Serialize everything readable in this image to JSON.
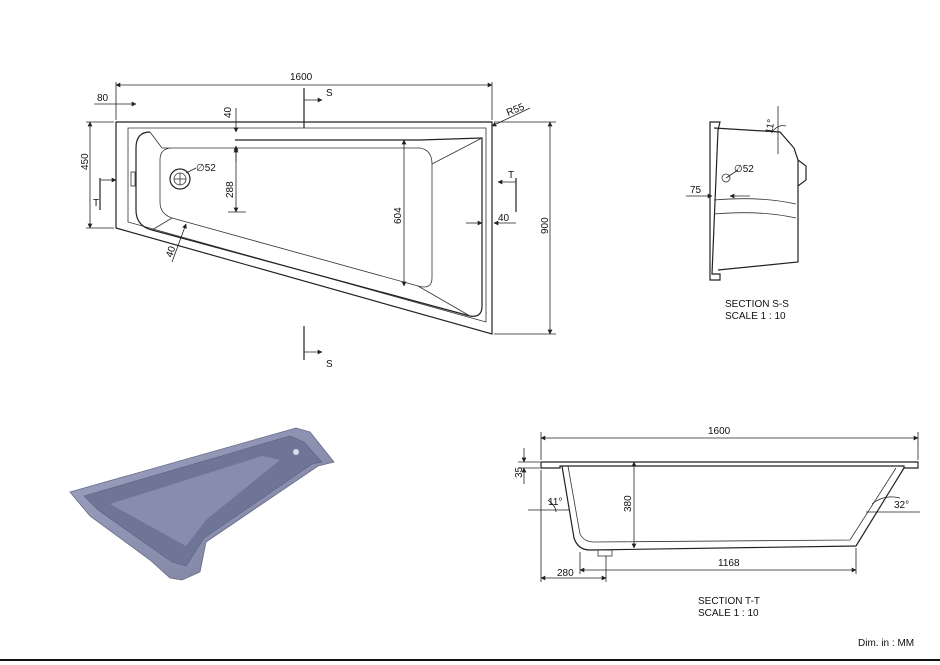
{
  "top_view": {
    "dims": {
      "length": "1600",
      "offset_left": "80",
      "width_left": "450",
      "width_right": "900",
      "wall_40_top": "40",
      "depth_288": "288",
      "depth_604": "604",
      "wall_40_right": "40",
      "wall_40_diag": "40",
      "radius": "R55",
      "drain": "∅52"
    },
    "section_marks": {
      "s_top": "S",
      "s_bottom": "S",
      "t_left": "T",
      "t_right": "T"
    }
  },
  "section_ss": {
    "dims": {
      "angle": "11°",
      "drain": "∅52",
      "offset": "75"
    },
    "caption_line1": "SECTION S-S",
    "caption_line2": "SCALE 1 : 10"
  },
  "section_tt": {
    "dims": {
      "length": "1600",
      "rim": "35",
      "angle_left": "11°",
      "depth": "380",
      "angle_right": "32°",
      "left_offset": "280",
      "bottom": "1168"
    },
    "caption_line1": "SECTION T-T",
    "caption_line2": "SCALE 1 : 10"
  },
  "footer": {
    "units": "Dim. in : MM"
  },
  "colors": {
    "tub_body": "#8a8fb0",
    "tub_inner": "#6f7596",
    "line": "#222222"
  }
}
